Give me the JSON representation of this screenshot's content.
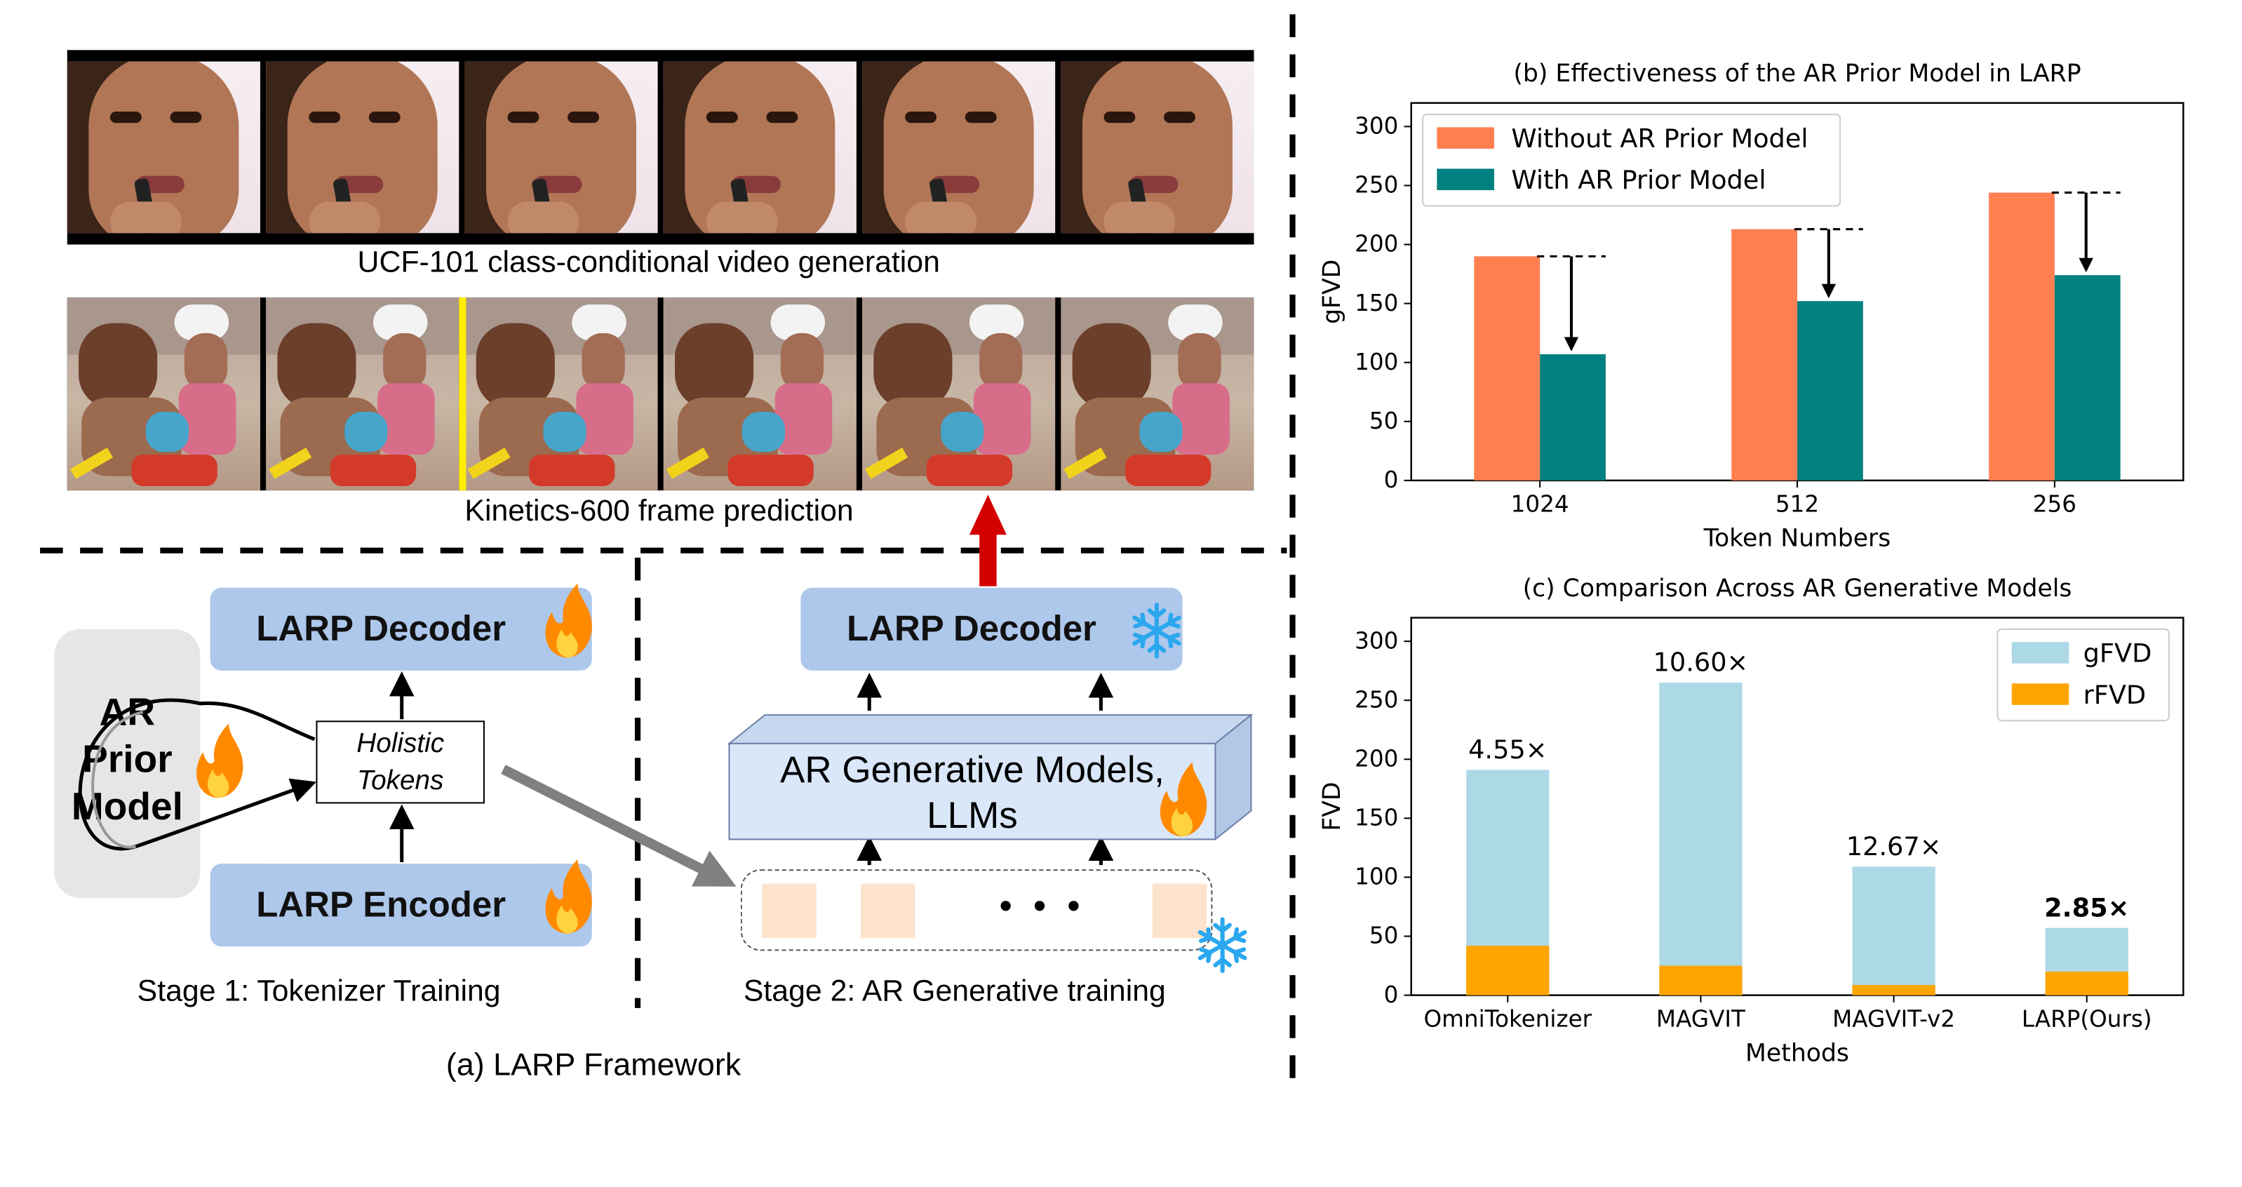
{
  "framework": {
    "caption": "(a) LARP Framework",
    "ucf_caption": "UCF-101 class-conditional video generation",
    "kinetics_caption": "Kinetics-600 frame prediction",
    "stage1": {
      "decoder": "LARP Decoder",
      "encoder": "LARP Encoder",
      "prior_line1": "AR",
      "prior_line2": "Prior",
      "prior_line3": "Model",
      "holistic_line1": "Holistic",
      "holistic_line2": "Tokens",
      "caption": "Stage 1: Tokenizer Training"
    },
    "stage2": {
      "decoder": "LARP Decoder",
      "gen_line1": "AR Generative Models,",
      "gen_line2": "LLMs",
      "dots": "• • •",
      "caption": "Stage 2: AR Generative training"
    },
    "icons": [
      "fire-icon",
      "snowflake-icon"
    ],
    "colors": {
      "pill": "#aec8ec",
      "arrow_red": "#d40000",
      "token": "#fde3cc"
    }
  },
  "chart_data": [
    {
      "type": "bar",
      "title": "(b) Effectiveness of the AR Prior Model in LARP",
      "xlabel": "Token Numbers",
      "ylabel": "gFVD",
      "categories": [
        "1024",
        "512",
        "256"
      ],
      "series": [
        {
          "name": "Without AR Prior Model",
          "color": "#ff7f50",
          "values": [
            190,
            213,
            244
          ]
        },
        {
          "name": "With AR Prior Model",
          "color": "#008080",
          "values": [
            107,
            152,
            174
          ]
        }
      ],
      "ylim": [
        0,
        320
      ],
      "yticks": [
        0,
        50,
        100,
        150,
        200,
        250,
        300
      ],
      "legend": "top-left",
      "grid": false
    },
    {
      "type": "bar",
      "stacked": true,
      "title": "(c) Comparison Across AR Generative Models",
      "xlabel": "Methods",
      "ylabel": "FVD",
      "categories": [
        "OmniTokenizer",
        "MAGVIT",
        "MAGVIT-v2",
        "LARP(Ours)"
      ],
      "series": [
        {
          "name": "gFVD",
          "color": "#add8e6",
          "values": [
            191,
            265,
            109,
            57
          ]
        },
        {
          "name": "rFVD",
          "color": "#ffa500",
          "values": [
            42,
            25,
            8.6,
            20
          ]
        }
      ],
      "annotations": [
        "4.55×",
        "10.60×",
        "12.67×",
        "2.85×"
      ],
      "annotation_bold": [
        false,
        false,
        false,
        true
      ],
      "ylim": [
        0,
        320
      ],
      "yticks": [
        0,
        50,
        100,
        150,
        200,
        250,
        300
      ],
      "legend": "top-right",
      "grid": false
    }
  ]
}
